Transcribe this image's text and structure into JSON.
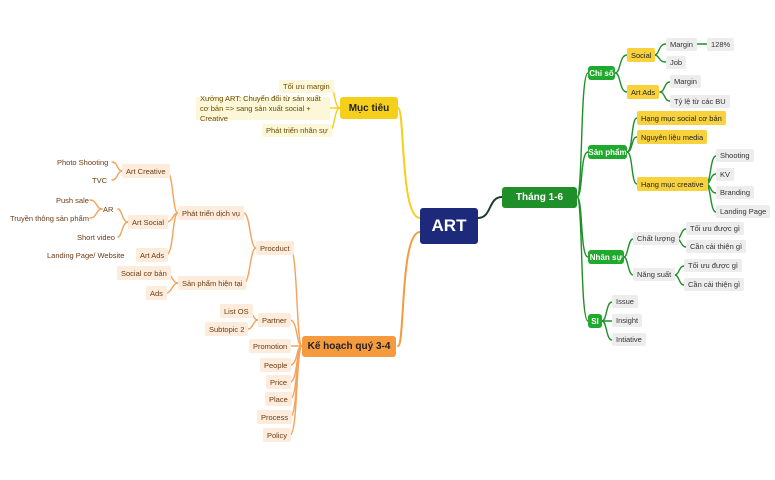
{
  "root": {
    "label": "ART"
  },
  "branches": {
    "muc_tieu": {
      "label": "Mục tiêu",
      "items": [
        "Tối ưu margin",
        "Xưởng ART: Chuyển đổi từ sản xuất cơ bản => sang sản xuất social + Creative",
        "Phát triển nhân sự"
      ]
    },
    "thang16": {
      "label": "Tháng 1-6",
      "chiso": {
        "label": "Chỉ  số",
        "social": "Social",
        "margin": "Margin",
        "margin_val": "128%",
        "job": "Job",
        "art_ads": "Art Ads",
        "art_ads_margin": "Margin",
        "tyle": "Tỷ lệ từ các BU"
      },
      "sanpham": {
        "label": "Sản phẩm",
        "hang_muc_social": "Hạng  mục social cơ bản",
        "nguyen_lieu": "Nguyên liệu media",
        "hang_muc_creative": "Hạng mục creative",
        "creative_items": [
          "Shooting",
          "KV",
          "Branding",
          "Landing Page"
        ]
      },
      "nhansu": {
        "label": "Nhân sự",
        "chat_luong": "Chất lượng",
        "chat_luong_items": [
          "Tối ưu được  gì",
          "Cần cải thiện gì"
        ],
        "nang_suat": "Năng suất",
        "nang_suat_items": [
          "Tối ưu được gì",
          "Cần  cải  thiện gì"
        ]
      },
      "si": {
        "label": "SI",
        "items": [
          "Issue",
          "Insight",
          "Intiative"
        ]
      }
    },
    "kehoach": {
      "label": "Kế hoạch quý 3-4",
      "procduct": "Procduct",
      "phat_trien_dv": "Phát triển dịch vụ",
      "art_creative": "Art Creative",
      "art_creative_items": [
        "Photo Shooting",
        "TVC"
      ],
      "art_social": "Art Social",
      "ar": "AR",
      "ar_items": [
        "Push sale",
        "Truyền thông sản phẩm"
      ],
      "short_video": "Short video",
      "art_ads": "Art Ads",
      "landing": "Landing Page/ Website",
      "san_pham_hien_tai": "Sản phẩm hiện tại",
      "social_co_ban": "Social cơ bản",
      "ads": "Ads",
      "partner": "Partner",
      "partner_items": [
        "List OS",
        "Subtopic 2"
      ],
      "others": [
        "Promotion",
        "People",
        "Price",
        "Place",
        "Process",
        "Policy"
      ]
    }
  },
  "colors": {
    "navy": "#1d2a7c",
    "green": "#1f8f2a",
    "yellow": "#f6cf1b",
    "orange": "#f59a3f"
  }
}
